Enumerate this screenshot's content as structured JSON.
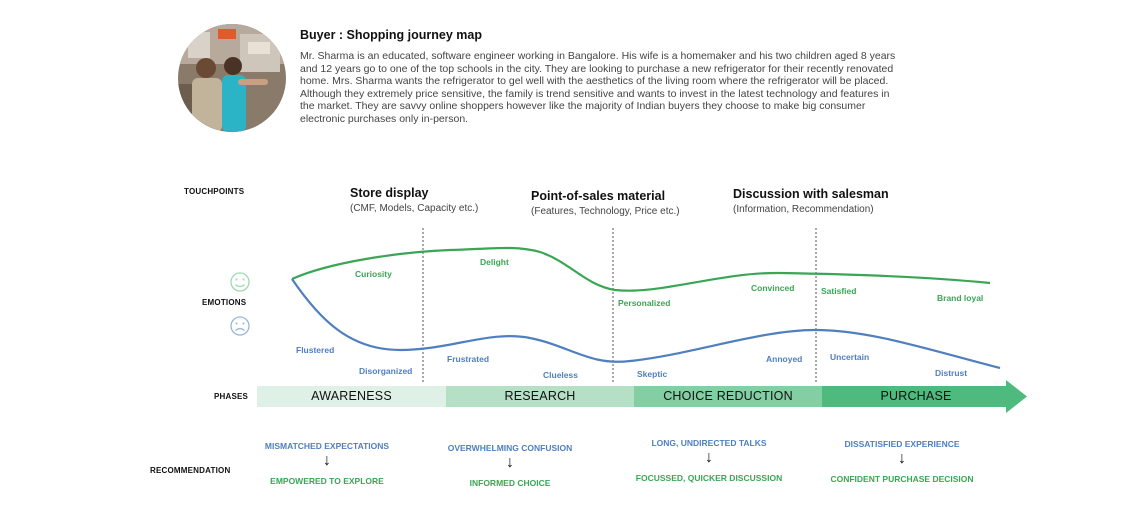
{
  "header": {
    "title": "Buyer : Shopping journey map",
    "description": "Mr. Sharma is an educated, software engineer working in Bangalore. His wife is a homemaker and his two children aged 8 years and 12 years go to one of the top schools in the city. They are looking to purchase a new refrigerator for their recently renovated home. Mrs. Sharma wants the refrigerator to gel well with the aesthetics of the living room where the refrigerator will be placed. Although they extremely price sensitive, the family is trend sensitive and wants to invest in the latest technology and features in the market. They are savvy online shoppers however like the majority of Indian buyers they choose to make big consumer electronic purchases only in-person."
  },
  "labels": {
    "touchpoints": "TOUCHPOINTS",
    "emotions": "EMOTIONS",
    "phases": "PHASES",
    "recommendation": "RECOMMENDATION"
  },
  "touchpoints": [
    {
      "title": "Store display",
      "sub": "(CMF, Models, Capacity etc.)"
    },
    {
      "title": "Point-of-sales material",
      "sub": "(Features, Technology, Price etc.)"
    },
    {
      "title": "Discussion with salesman",
      "sub": "(Information, Recommendation)"
    }
  ],
  "emotions_positive": [
    "Curiosity",
    "Delight",
    "Personalized",
    "Convinced",
    "Satisfied",
    "Brand loyal"
  ],
  "emotions_negative": [
    "Flustered",
    "Disorganized",
    "Frustrated",
    "Clueless",
    "Skeptic",
    "Annoyed",
    "Uncertain",
    "Distrust"
  ],
  "phases": [
    "AWARENESS",
    "RESEARCH",
    "CHOICE REDUCTION",
    "PURCHASE"
  ],
  "recommendations": [
    {
      "from": "MISMATCHED EXPECTATIONS",
      "to": "EMPOWERED TO EXPLORE"
    },
    {
      "from": "OVERWHELMING CONFUSION",
      "to": "INFORMED CHOICE"
    },
    {
      "from": "LONG, UNDIRECTED TALKS",
      "to": "FOCUSSED, QUICKER DISCUSSION"
    },
    {
      "from": "DISSATISFIED EXPERIENCE",
      "to": "CONFIDENT PURCHASE DECISION"
    }
  ],
  "icons": {
    "happy": "smiley-face-icon",
    "sad": "sad-face-icon",
    "arrow": "down-arrow-icon"
  },
  "colors": {
    "positive": "#3aa655",
    "negative": "#4f7fbf",
    "phase_1": "#dff1e6",
    "phase_2": "#b5e0c6",
    "phase_3": "#84cea3",
    "phase_4": "#4fba7e"
  }
}
